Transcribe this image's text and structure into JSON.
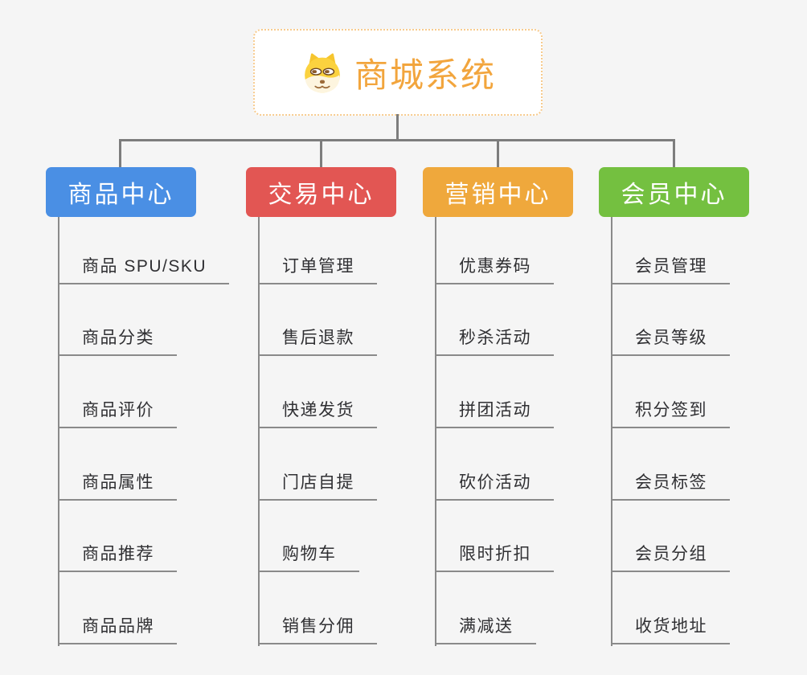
{
  "root": {
    "title": "商城系统",
    "icon": "dog-icon",
    "title_color": "#F2A53D",
    "border_color": "#F7CB8E"
  },
  "connector_color": "#7D7D7D",
  "background_color": "#F5F5F5",
  "branches": [
    {
      "label": "商品中心",
      "color": "#4A8FE4",
      "items": [
        "商品 SPU/SKU",
        "商品分类",
        "商品评价",
        "商品属性",
        "商品推荐",
        "商品品牌"
      ]
    },
    {
      "label": "交易中心",
      "color": "#E25653",
      "items": [
        "订单管理",
        "售后退款",
        "快递发货",
        "门店自提",
        "购物车",
        "销售分佣"
      ]
    },
    {
      "label": "营销中心",
      "color": "#EFA83C",
      "items": [
        "优惠券码",
        "秒杀活动",
        "拼团活动",
        "砍价活动",
        "限时折扣",
        "满减送"
      ]
    },
    {
      "label": "会员中心",
      "color": "#74C040",
      "items": [
        "会员管理",
        "会员等级",
        "积分签到",
        "会员标签",
        "会员分组",
        "收货地址"
      ]
    }
  ]
}
